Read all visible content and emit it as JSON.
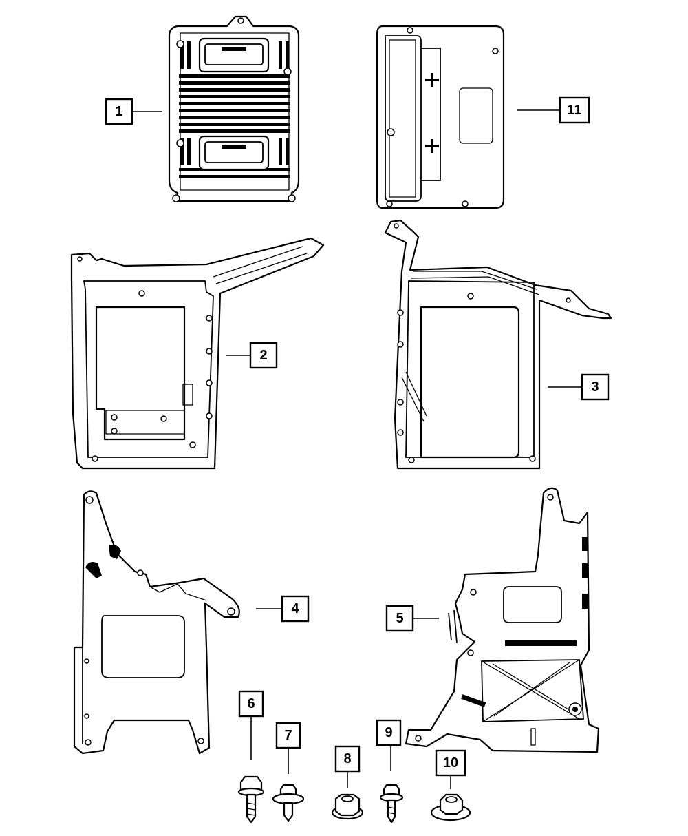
{
  "callouts": [
    {
      "id": "1",
      "part": "module"
    },
    {
      "id": "2",
      "part": "bracket"
    },
    {
      "id": "3",
      "part": "bracket"
    },
    {
      "id": "4",
      "part": "bracket"
    },
    {
      "id": "5",
      "part": "bracket"
    },
    {
      "id": "6",
      "part": "bolt"
    },
    {
      "id": "7",
      "part": "bolt"
    },
    {
      "id": "8",
      "part": "nut"
    },
    {
      "id": "9",
      "part": "bolt"
    },
    {
      "id": "10",
      "part": "nut"
    },
    {
      "id": "11",
      "part": "module"
    }
  ]
}
